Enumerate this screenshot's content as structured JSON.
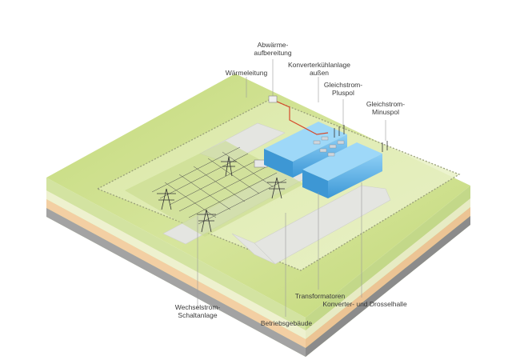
{
  "diagram": {
    "labels": {
      "abwaerme": "Abwärme-\naufbereitung",
      "waermeleitung": "Wärmeleitung",
      "konverterkuehl": "Konverterkühlanlage\naußen",
      "gleich_plus": "Gleichstrom-\nPluspol",
      "gleich_minus": "Gleichstrom-\nMinuspol",
      "wechselstrom": "Wechselstrom-\nSchaltanlage",
      "transformatoren": "Transformatoren",
      "konverterhalle": "Konverter- und Drosselhalle",
      "betriebsgebaeude": "Betriebsgebäude"
    },
    "colors": {
      "grass_top": "#c9dd86",
      "grass_light": "#e6efc0",
      "road": "#e6e7e3",
      "building": "#4fa6e0",
      "heat_line": "#d64a2b"
    }
  }
}
